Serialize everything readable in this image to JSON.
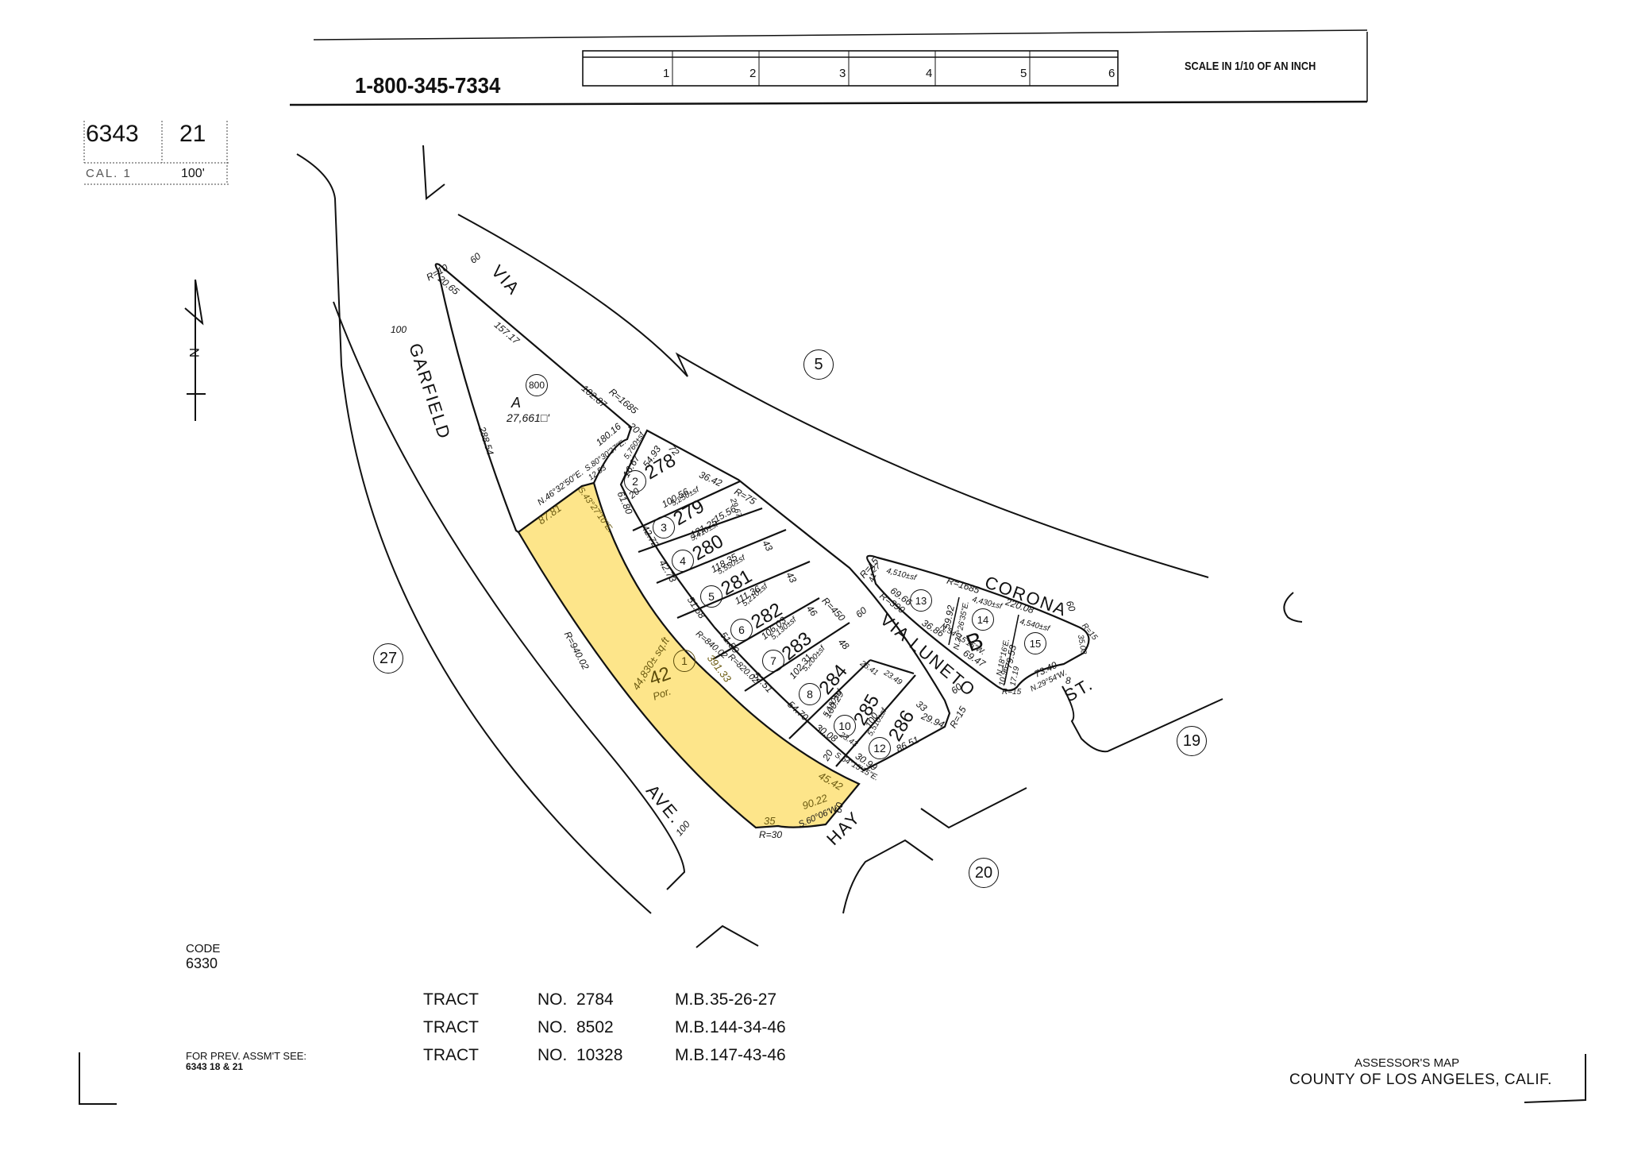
{
  "header": {
    "phone": "1-800-345-7334",
    "scale_label": "SCALE IN 1/10 OF AN INCH",
    "ruler_ticks": [
      "1",
      "2",
      "3",
      "4",
      "5",
      "6"
    ]
  },
  "map_id": {
    "book": "6343",
    "page": "21",
    "cal_label": "CAL. 1",
    "revision": "100'"
  },
  "north_arrow": {
    "label": "N"
  },
  "streets": {
    "garfield": "GARFIELD",
    "garfield_width": "100",
    "ave": "AVE.",
    "ave_width": "100",
    "via": "VIA",
    "via_width": "60",
    "via_luneto": "VIA LUNETO",
    "via_luneto_width_a": "60",
    "via_luneto_width_b": "60",
    "corona": "CORONA",
    "corona_width": "60",
    "st": "ST.",
    "hay": "HAY",
    "hay_width": "60"
  },
  "blocks": {
    "b5": "5",
    "b19": "19",
    "b20": "20",
    "b27": "27"
  },
  "parcel_a": {
    "letter": "A",
    "area": "27,661□'",
    "parcel": "800",
    "dims": {
      "r10": "R=10",
      "d2065": "20.65",
      "d15717": "157.17",
      "d10287": "102.87",
      "r1685": "R=1685",
      "d28854": "288.54",
      "d18016": "180.16",
      "d20": "20",
      "bearing": "N.46°32'50\"E.",
      "bearing2": "S.80°30'27\"E.",
      "d1253": "12.53"
    }
  },
  "highlighted_parcel": {
    "number": "1",
    "lot": "42",
    "portion": "Por.",
    "area": "44,830± sq.ft",
    "color": "#fde58a",
    "dims": {
      "d8781": "87.81",
      "bearing": "S.43°27'10\"E.",
      "r84002": "R=840.02",
      "d39133": "391.33",
      "r94002": "R=940.02",
      "d4542": "45.42",
      "d9022": "90.22",
      "d35": "35",
      "r30": "R=30",
      "bearing2": "S.60°06'W.",
      "d20": "20"
    }
  },
  "lots": [
    {
      "n": "2",
      "parcel": "278",
      "area": "5,760±sf"
    },
    {
      "n": "3",
      "parcel": "279",
      "area": "5,250±sf"
    },
    {
      "n": "4",
      "parcel": "280",
      "area": "5,410±sf"
    },
    {
      "n": "5",
      "parcel": "281",
      "area": "5,550±sf"
    },
    {
      "n": "6",
      "parcel": "282",
      "area": "5,210±sf"
    },
    {
      "n": "7",
      "parcel": "283",
      "area": "5,130±sf"
    },
    {
      "n": "8",
      "parcel": "284",
      "area": "5,200±sf"
    },
    {
      "n": "10",
      "parcel": "285",
      "area": "5,180±sf"
    },
    {
      "n": "12",
      "parcel": "286",
      "area": "5,510±sf"
    }
  ],
  "lot_dims": {
    "d5493": "54.93",
    "d72": "72",
    "d1667": "16.67",
    "d6180": "61.80",
    "d10056": "100.56",
    "d3642": "36.42",
    "r75": "R=75",
    "d2967": "29.67",
    "d1791": "17.91",
    "d12125": "121.25",
    "d1556": "15.56",
    "d4272": "42.72",
    "d4273": "42.73",
    "d11835": "118.35",
    "d43a": "43",
    "d43b": "43",
    "d11136": "111.36",
    "d5168": "51.68",
    "d10603": "106.03",
    "d5150": "51.50",
    "d46": "46",
    "r450": "R=450",
    "r82002": "R=820.02",
    "d10231": "102.31",
    "d5251": "52.51",
    "d48": "48",
    "d10029": "100.29",
    "d5470": "54.70",
    "d2641": "26.41",
    "d2349": "23.49",
    "d100": "100",
    "d3008": "30.08",
    "d2343": "23.43",
    "d3099": "30.99",
    "d33": "33",
    "d2994": "29.94",
    "r15": "R=15",
    "d8651": "86.51",
    "bearing": "S.54°15'15\"E.",
    "d20": "20"
  },
  "block_b": {
    "letter": "B",
    "lots": [
      {
        "n": "13",
        "area": "4,510±sf"
      },
      {
        "n": "14",
        "area": "4,430±sf"
      },
      {
        "n": "15",
        "area": "4,540±sf"
      }
    ],
    "dims": {
      "r15a": "R=15",
      "d27": "27",
      "d41": "41",
      "r1685": "R=1685",
      "d22008": "220.08",
      "r390": "R=390",
      "d6966": "69.66",
      "d3686": "36.86",
      "d5992": "59.92",
      "bear1": "N.20°26'35\"E.",
      "bear2": "N.54°15'15\"W.",
      "d6947": "69.47",
      "bear3": "N.18°16'E.",
      "d7953": "79.53",
      "d1096": "10.96",
      "d1719": "17.19",
      "r15b": "R=15",
      "d7340": "73.40",
      "bear4": "N.29°54'W.",
      "d3508": "35.08",
      "r15c": "R=15",
      "d8": "8"
    }
  },
  "footer": {
    "code_label": "CODE",
    "code_value": "6330",
    "prev_label": "FOR PREV. ASSM'T SEE:",
    "prev_value": "6343  18 & 21",
    "tracts": [
      {
        "tract": "TRACT",
        "no": "NO.",
        "num": "2784",
        "mb": "M.B.",
        "ref": "35-26-27"
      },
      {
        "tract": "TRACT",
        "no": "NO.",
        "num": "8502",
        "mb": "M.B.",
        "ref": "144-34-46"
      },
      {
        "tract": "TRACT",
        "no": "NO.",
        "num": "10328",
        "mb": "M.B.",
        "ref": "147-43-46"
      }
    ],
    "assessor_label": "ASSESSOR'S MAP",
    "county_label": "COUNTY OF LOS ANGELES, CALIF."
  }
}
